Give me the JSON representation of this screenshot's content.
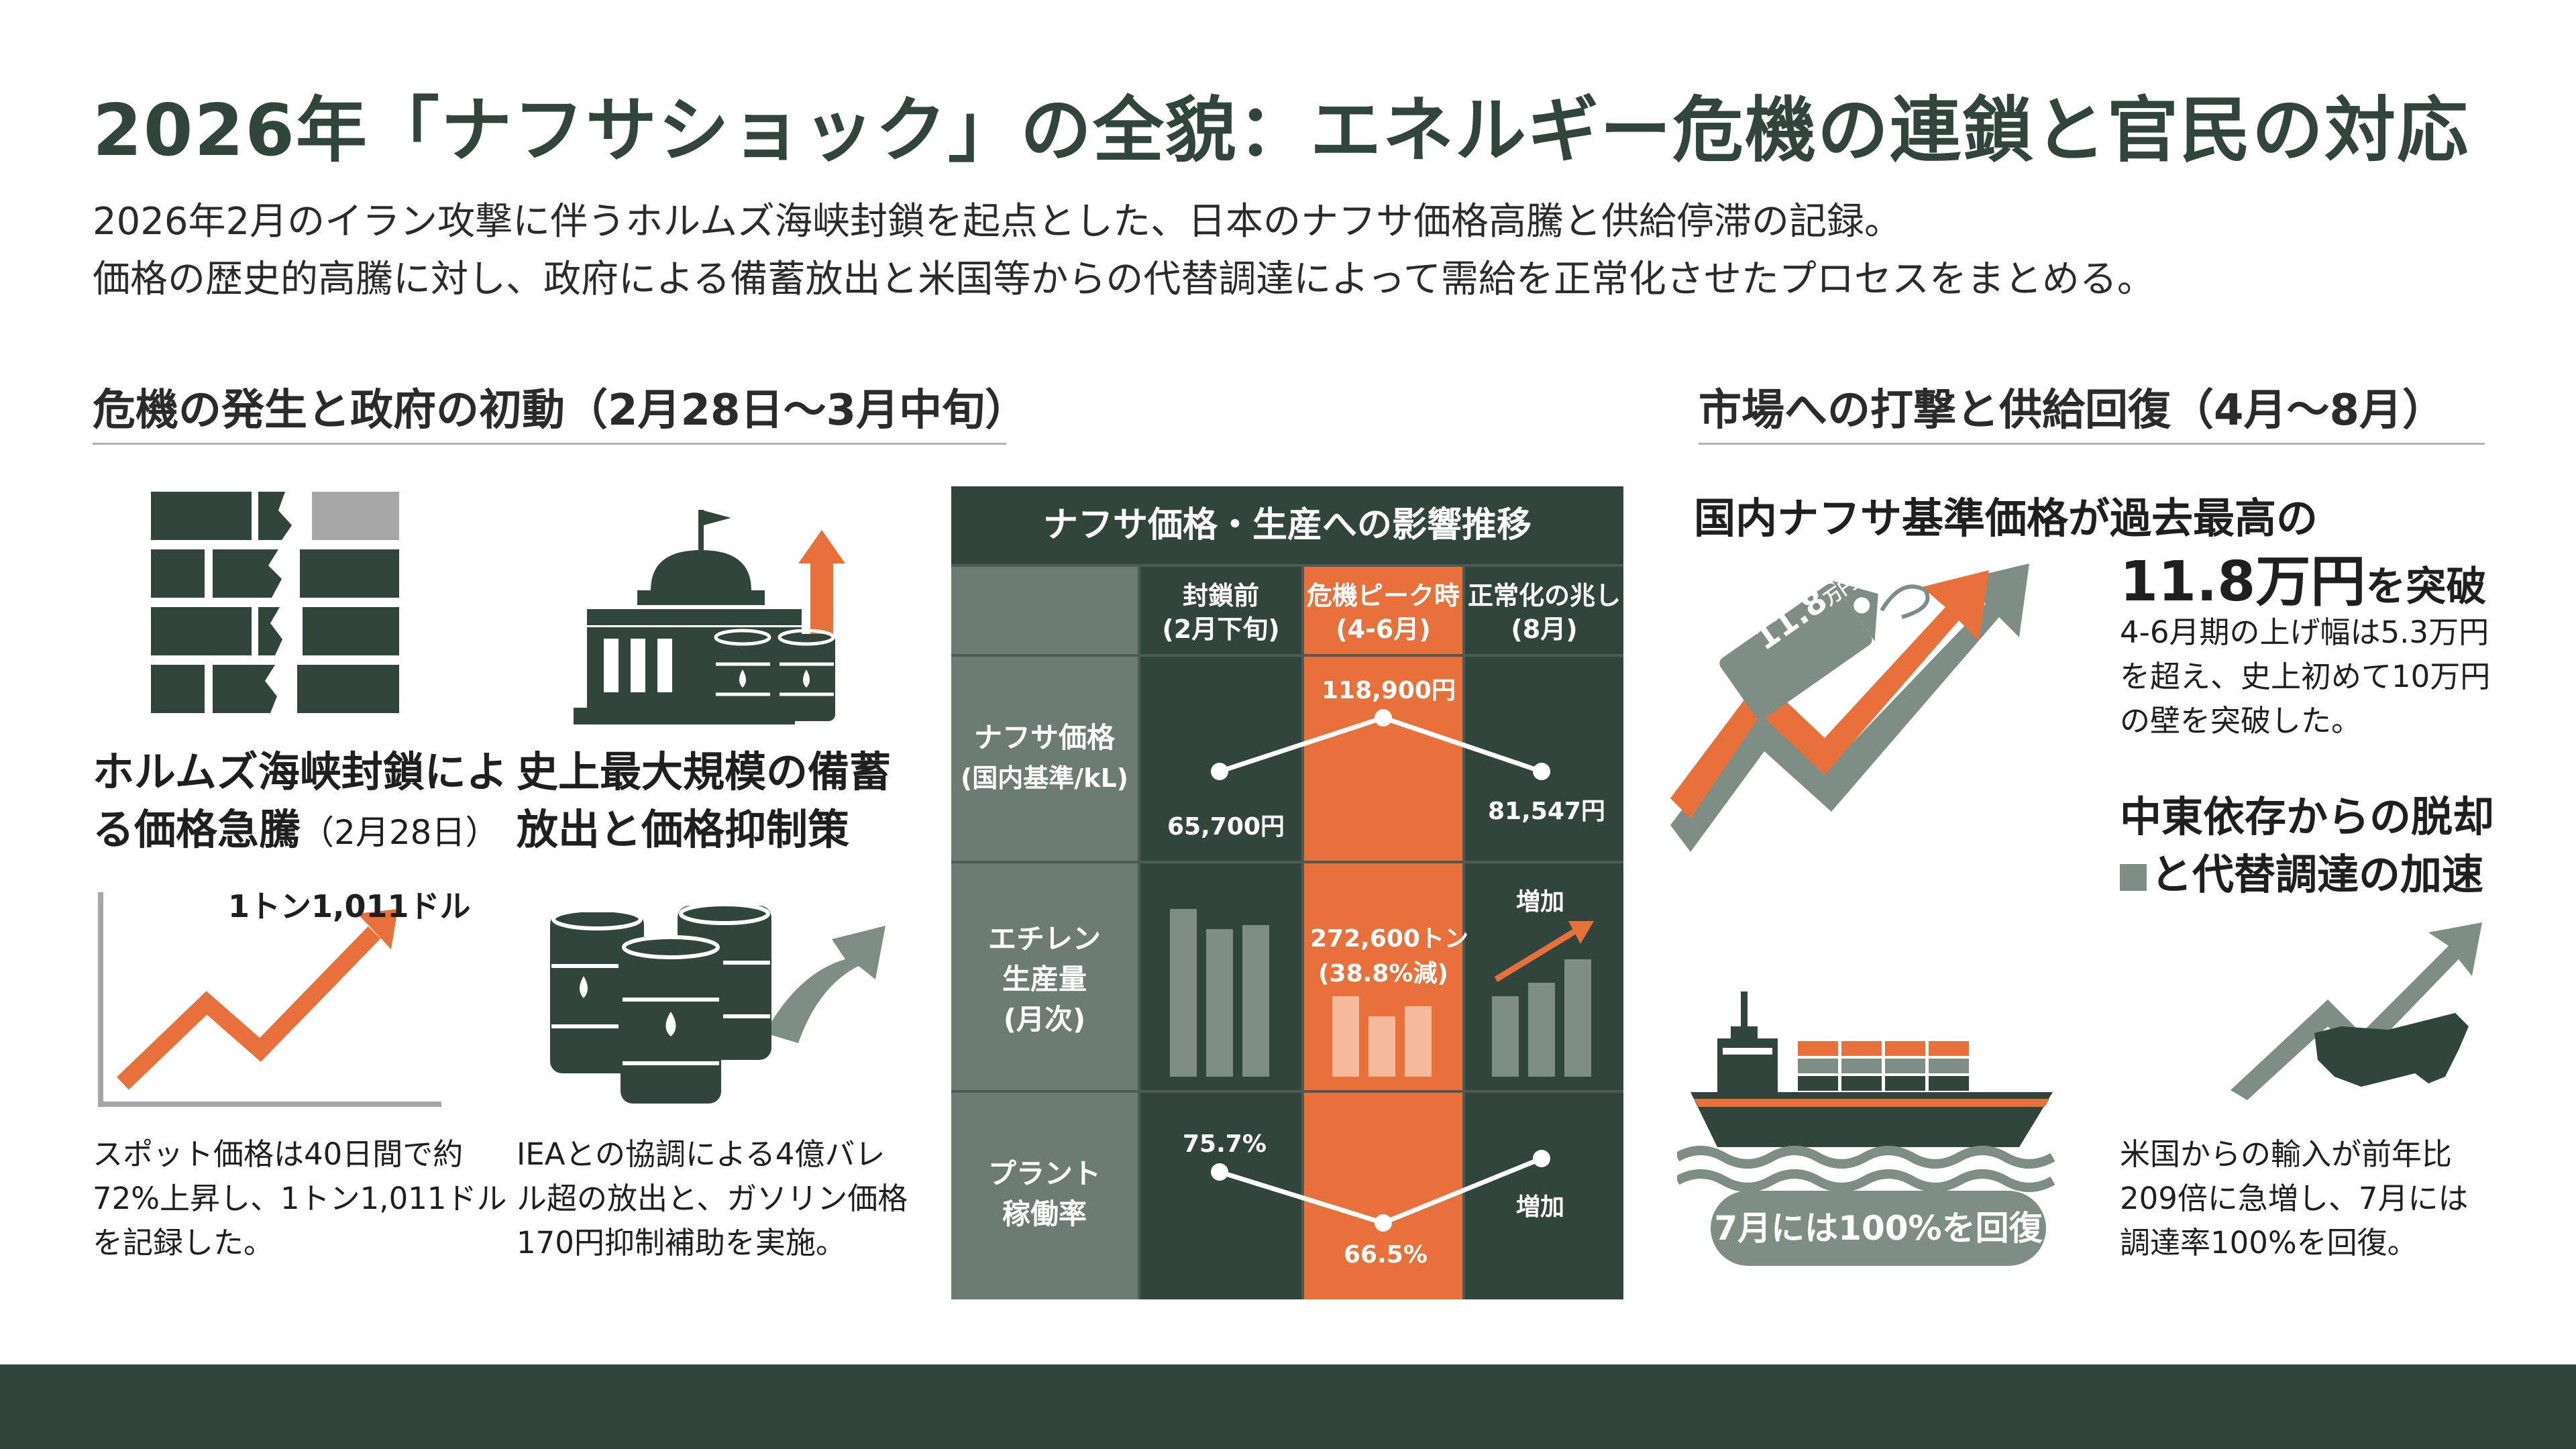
{
  "title": "2026年「ナフサショック」の全貌：エネルギー危機の連鎖と官民の対応",
  "subtitle": [
    "2026年2月のイラン攻撃に伴うホルムズ海峡封鎖を起点とした、日本のナフサ価格高騰と供給停滞の記録。",
    "価格の歴史的高騰に対し、政府による備蓄放出と米国等からの代替調達によって需給を正常化させたプロセスをまとめる。"
  ],
  "colors": {
    "dark_green": "#32453d",
    "mid_green": "#7f8e84",
    "orange": "#e8703a",
    "grey": "#4c5c55"
  },
  "left_section": {
    "heading": "危機の発生と政府の初動（2月28日〜3月中旬）",
    "item1": {
      "icon": "broken-wall-icon",
      "title_line1": "ホルムズ海峡封鎖によ",
      "title_line2": "る価格急騰",
      "title_date": "（2月28日）",
      "chart_label": "1トン1,011ドル",
      "body": [
        "スポット価格は40日間で約",
        "72%上昇し、1トン1,011ドル",
        "を記録した。"
      ]
    },
    "item2": {
      "icon": "government-building-oil-barrels-icon",
      "title_line1": "史上最大規模の備蓄",
      "title_line2": "放出と価格抑制策",
      "body": [
        "IEAとの協調による4億バレ",
        "ル超の放出と、ガソリン価格",
        "170円抑制補助を実施。"
      ]
    }
  },
  "table": {
    "title": "ナフサ価格・生産への影響推移",
    "columns": [
      {
        "line1": "封鎖前",
        "line2": "(2月下旬)"
      },
      {
        "line1": "危機ピーク時",
        "line2": "(4-6月)"
      },
      {
        "line1": "正常化の兆し",
        "line2": "(8月)"
      }
    ],
    "rows": [
      {
        "label1": "ナフサ価格",
        "label2": "(国内基準/kL)",
        "values": [
          "65,700円",
          "118,900円",
          "81,547円"
        ]
      },
      {
        "label1": "エチレン",
        "label2": "生産量",
        "label3": "(月次)",
        "values": [
          "",
          "272,600トン",
          "増加"
        ],
        "note": "(38.8%減)"
      },
      {
        "label1": "プラント",
        "label2": "稼働率",
        "values": [
          "75.7%",
          "66.5%",
          "増加"
        ]
      }
    ]
  },
  "right_section": {
    "heading": "市場への打撃と供給回復（4月〜8月）",
    "item1": {
      "title": "国内ナフサ基準価格が過去最高の",
      "tag_main": "11.8",
      "tag_unit": "万円",
      "big_value": "11.8万円",
      "big_suffix": "を突破",
      "body": [
        "4-6月期の上げ幅は5.3万円",
        "を超え、史上初めて10万円",
        "の壁を突破した。"
      ]
    },
    "item2": {
      "title_line1": "中東依存からの脱却",
      "title_line2": "と代替調達の加速",
      "pill": "7月には100%を回復",
      "body": [
        "米国からの輸入が前年比",
        "209倍に急増し、7月には",
        "調達率100%を回復。"
      ]
    }
  }
}
